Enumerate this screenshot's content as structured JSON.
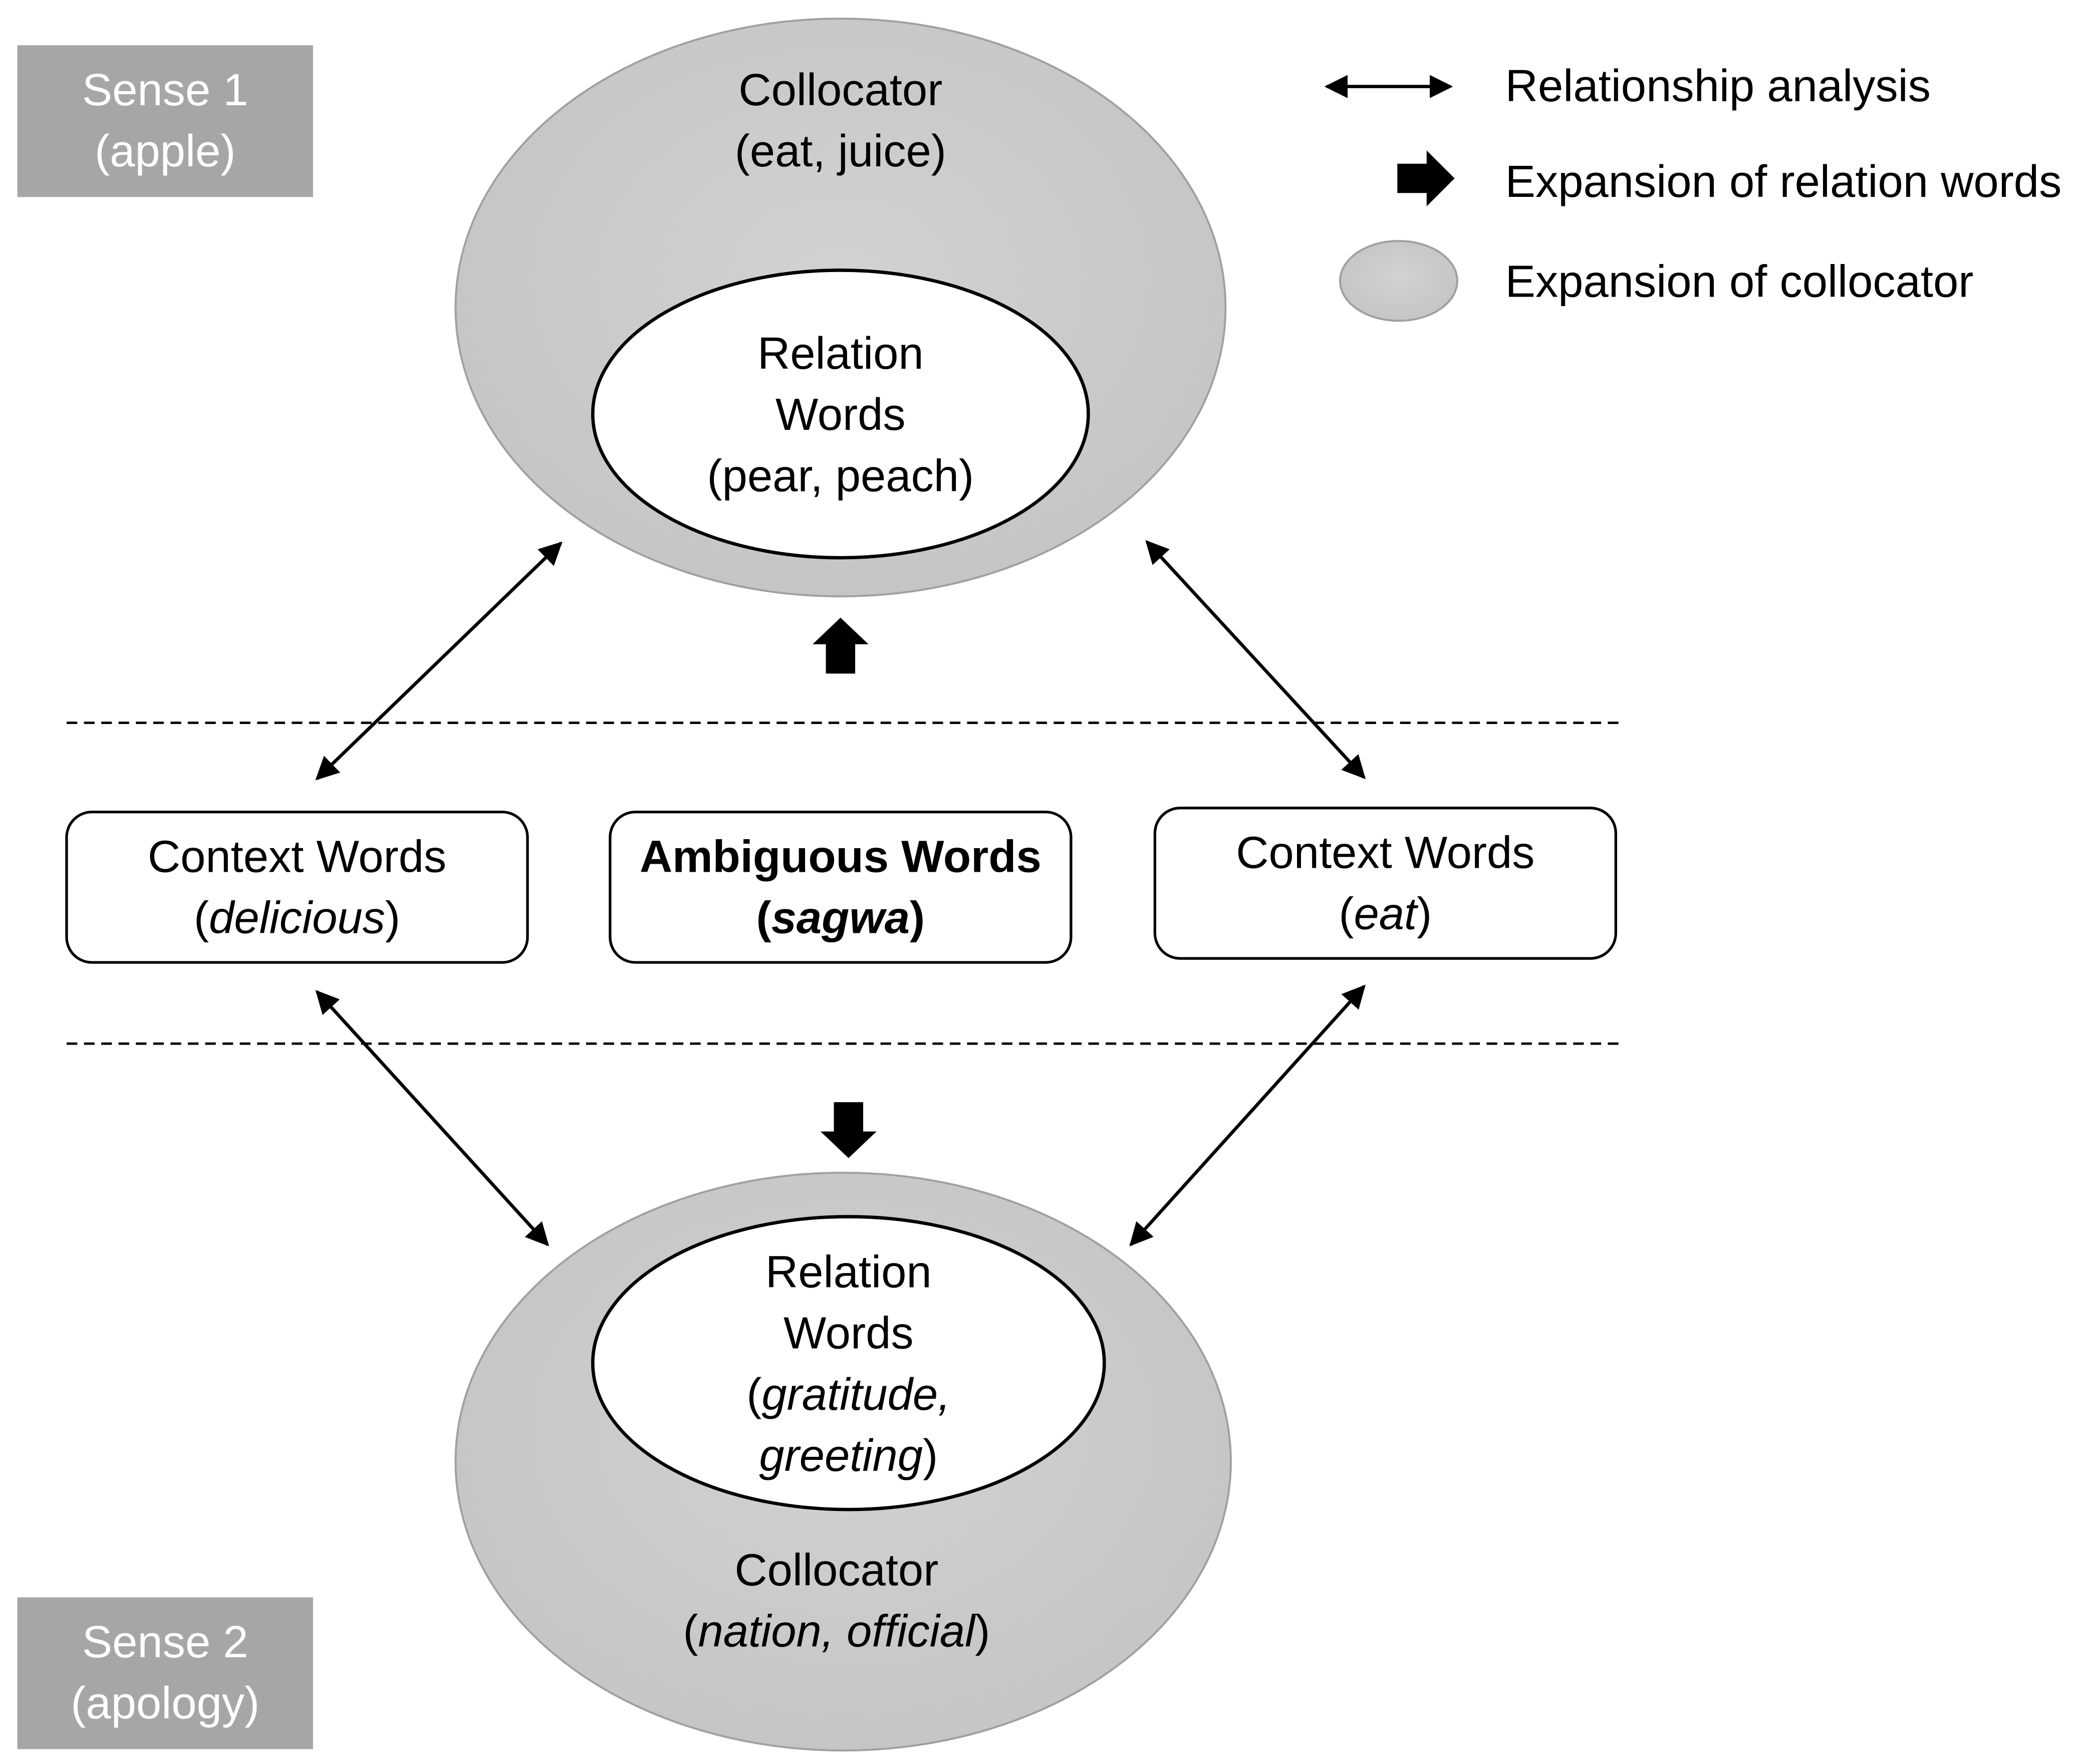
{
  "legend": {
    "relationship": "Relationship analysis",
    "expansion_relation": "Expansion of relation words",
    "expansion_collocator": "Expansion of collocator"
  },
  "sense1": {
    "line1": "Sense 1",
    "line2": "(apple)"
  },
  "sense2": {
    "line1": "Sense 2",
    "line2": "(apology)"
  },
  "top_collocator": {
    "title": "Collocator",
    "words": "(eat, juice)"
  },
  "top_relation": {
    "line1": "Relation",
    "line2": "Words",
    "words": "(pear, peach)"
  },
  "bottom_relation": {
    "line1": "Relation",
    "line2": "Words",
    "open": "(",
    "w1": "gratitude,",
    "w2": "greeting",
    "close": ")"
  },
  "bottom_collocator": {
    "title": "Collocator",
    "open": "(",
    "words": "nation, official",
    "close": ")"
  },
  "context_left": {
    "title": "Context Words",
    "open": "(",
    "word": "delicious",
    "close": ")"
  },
  "ambiguous": {
    "title": "Ambiguous Words",
    "open": "(",
    "word": "sagwa",
    "close": ")"
  },
  "context_right": {
    "title": "Context Words",
    "open": "(",
    "word": "eat",
    "close": ")"
  },
  "colors": {
    "ellipse_fill": "#c9c9c9",
    "sense_fill": "#a6a6a6",
    "stroke": "#000000"
  }
}
